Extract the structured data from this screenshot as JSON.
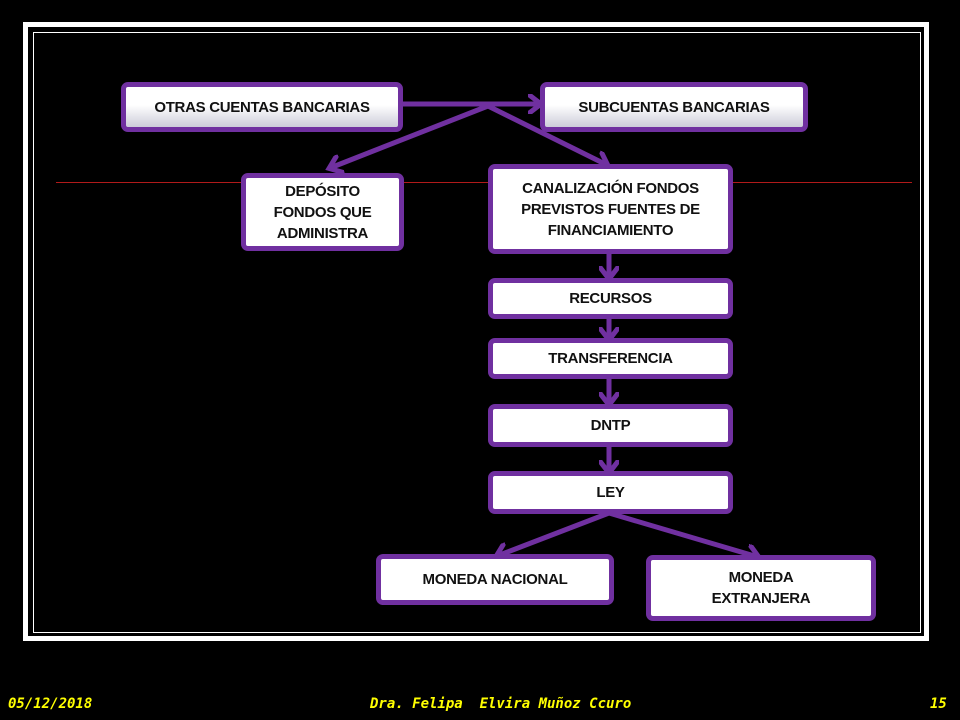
{
  "diagram": {
    "nodes": {
      "otras_cuentas": "OTRAS CUENTAS BANCARIAS",
      "subcuentas": "SUBCUENTAS BANCARIAS",
      "deposito": "DEPÓSITO\nFONDOS QUE\nADMINISTRA",
      "canalizacion": "CANALIZACIÓN FONDOS\nPREVISTOS FUENTES DE\nFINANCIAMIENTO",
      "recursos": "RECURSOS",
      "transferencia": "TRANSFERENCIA",
      "dntp": "DNTP",
      "ley": "LEY",
      "moneda_nacional": "MONEDA NACIONAL",
      "moneda_extranjera": "MONEDA\nEXTRANJERA"
    },
    "colors": {
      "node_border": "#7030a0",
      "connector": "#7030a0",
      "rule": "#b11a1a",
      "footer_text": "#ffff00",
      "background": "#000000",
      "frame": "#ffffff"
    }
  },
  "footer": {
    "date": "05/12/2018",
    "author": "Dra. Felipa  Elvira Muñoz Ccuro",
    "page_number": "15"
  }
}
